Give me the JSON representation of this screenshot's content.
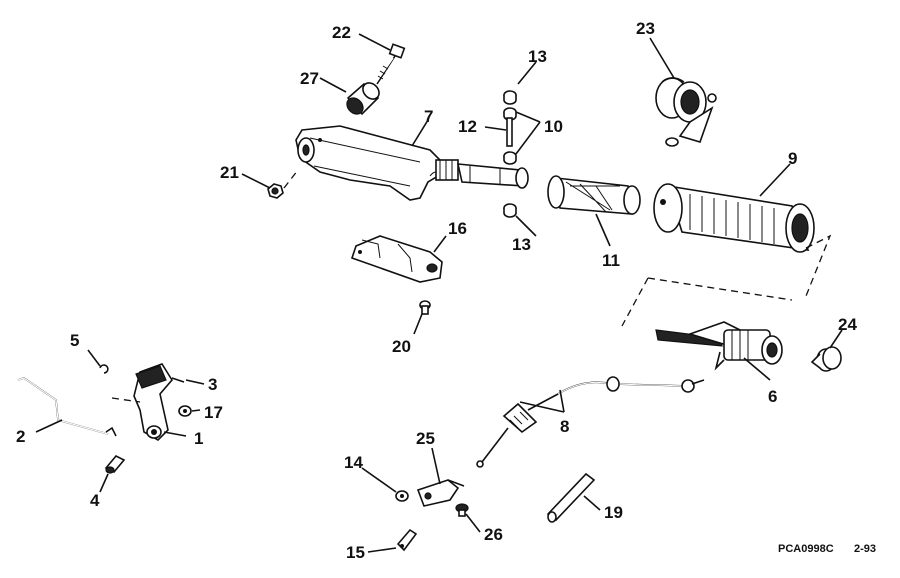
{
  "callouts": {
    "c1": "1",
    "c2": "2",
    "c3": "3",
    "c4": "4",
    "c5": "5",
    "c6": "6",
    "c7": "7",
    "c8": "8",
    "c9": "9",
    "c10": "10",
    "c11": "11",
    "c12": "12",
    "c13a": "13",
    "c13b": "13",
    "c14": "14",
    "c15": "15",
    "c16": "16",
    "c17": "17",
    "c19": "19",
    "c20": "20",
    "c21": "21",
    "c22": "22",
    "c23": "23",
    "c24": "24",
    "c25": "25",
    "c26": "26",
    "c27": "27"
  },
  "footer": {
    "figure_code": "PCA0998C",
    "page_ref": "2-93"
  }
}
